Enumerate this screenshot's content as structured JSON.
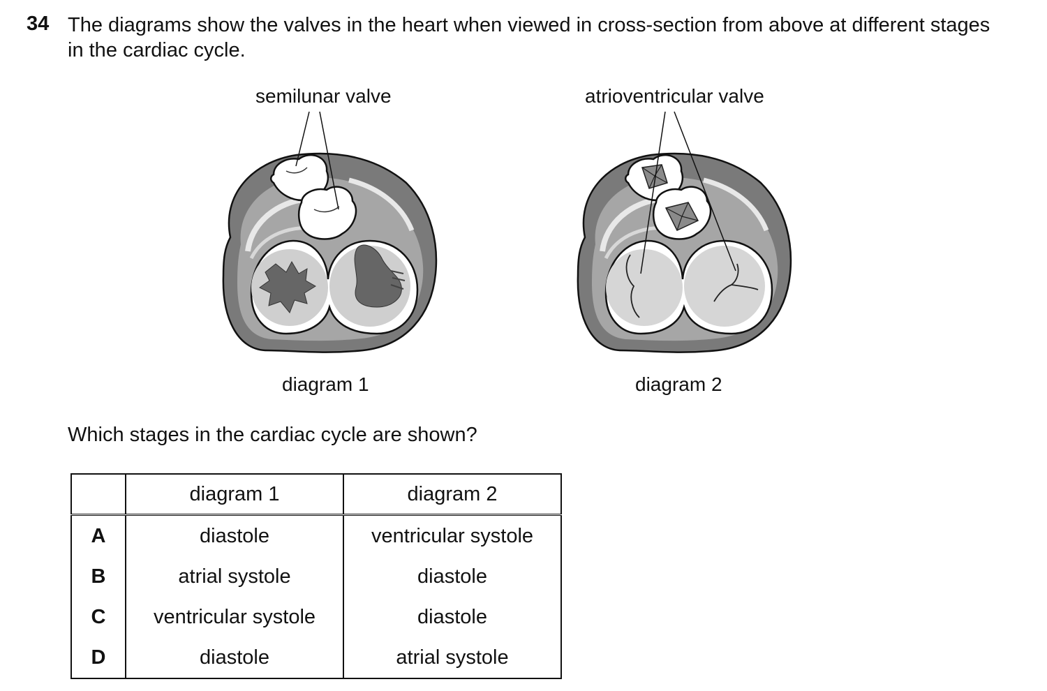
{
  "question": {
    "number": "34",
    "stem": "The diagrams show the valves in the heart when viewed in cross-section from above at different stages in the cardiac cycle.",
    "prompt": "Which stages in the cardiac cycle are shown?"
  },
  "figures": {
    "left_label": "semilunar valve",
    "right_label": "atrioventricular valve",
    "left_caption": "diagram 1",
    "right_caption": "diagram 2"
  },
  "table": {
    "headers": [
      "",
      "diagram 1",
      "diagram 2"
    ],
    "rows": [
      {
        "key": "A",
        "d1": "diastole",
        "d2": "ventricular systole"
      },
      {
        "key": "B",
        "d1": "atrial systole",
        "d2": "diastole"
      },
      {
        "key": "C",
        "d1": "ventricular systole",
        "d2": "diastole"
      },
      {
        "key": "D",
        "d1": "diastole",
        "d2": "atrial systole"
      }
    ]
  }
}
